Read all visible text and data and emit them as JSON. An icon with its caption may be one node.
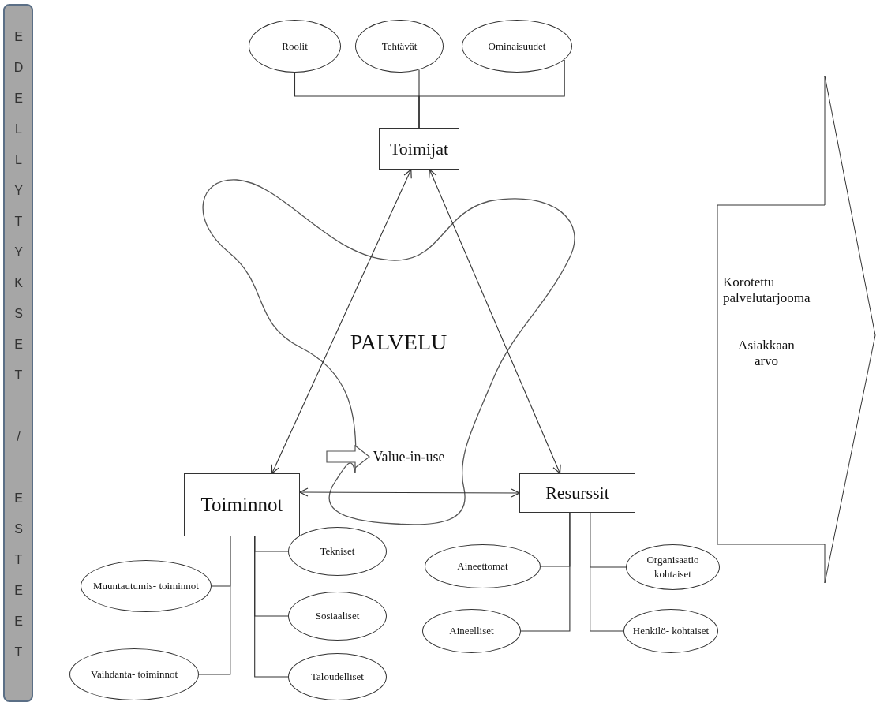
{
  "diagram": {
    "nodes": [
      {
        "text": [
          "EDELLYTYKSET / ESTEET"
        ]
      },
      {
        "text": [
          "Roolit"
        ]
      },
      {
        "text": [
          "Tehtävät"
        ]
      },
      {
        "text": [
          "Ominaisuudet"
        ]
      },
      {
        "text": [
          "Toimijat"
        ]
      },
      {
        "text": [
          "PALVELU"
        ]
      },
      {
        "text": [
          "Value-in-use"
        ]
      },
      {
        "text": [
          "Toiminnot"
        ]
      },
      {
        "text": [
          "Resurssit"
        ]
      },
      {
        "text": [
          "Muuntautumis- toiminnot"
        ]
      },
      {
        "text": [
          "Vaihdanta- toiminnot"
        ]
      },
      {
        "text": [
          "Tekniset"
        ]
      },
      {
        "text": [
          "Sosiaaliset"
        ]
      },
      {
        "text": [
          "Taloudelliset"
        ]
      },
      {
        "text": [
          "Aineettomat"
        ]
      },
      {
        "text": [
          "Aineelliset"
        ]
      },
      {
        "text": [
          "Organisaatio kohtaiset"
        ]
      },
      {
        "text": [
          "Henkilö- kohtaiset"
        ]
      },
      {
        "text": [
          "Korotettu palvelutarjooma",
          "Asiakkaan arvo"
        ]
      }
    ],
    "edges": [
      {
        "from": 1,
        "to": 4,
        "arrow": "none"
      },
      {
        "from": 2,
        "to": 4,
        "arrow": "none"
      },
      {
        "from": 3,
        "to": 4,
        "arrow": "none"
      },
      {
        "from": 4,
        "to": 7,
        "arrow": "both"
      },
      {
        "from": 4,
        "to": 8,
        "arrow": "both"
      },
      {
        "from": 7,
        "to": 8,
        "arrow": "both"
      },
      {
        "from": null,
        "to": 6,
        "arrow": "to"
      },
      {
        "from": 7,
        "to": 9,
        "arrow": "none"
      },
      {
        "from": 7,
        "to": 10,
        "arrow": "none"
      },
      {
        "from": 7,
        "to": 11,
        "arrow": "none"
      },
      {
        "from": 7,
        "to": 12,
        "arrow": "none"
      },
      {
        "from": 7,
        "to": 13,
        "arrow": "none"
      },
      {
        "from": 8,
        "to": 14,
        "arrow": "none"
      },
      {
        "from": 8,
        "to": 15,
        "arrow": "none"
      },
      {
        "from": 8,
        "to": 16,
        "arrow": "none"
      },
      {
        "from": 8,
        "to": 17,
        "arrow": "none"
      }
    ]
  }
}
